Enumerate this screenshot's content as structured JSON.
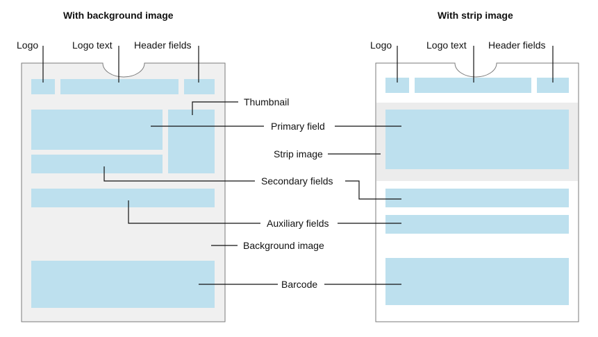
{
  "left_panel": {
    "title": "With background image",
    "top_labels": {
      "logo": "Logo",
      "logo_text": "Logo text",
      "header_fields": "Header fields"
    },
    "background_color": "#f0f0f0"
  },
  "right_panel": {
    "title": "With strip image",
    "top_labels": {
      "logo": "Logo",
      "logo_text": "Logo text",
      "header_fields": "Header fields"
    },
    "background_color": "#ffffff",
    "strip_color": "#ececec"
  },
  "center_labels": {
    "thumbnail": "Thumbnail",
    "primary_field": "Primary field",
    "strip_image": "Strip image",
    "secondary_fields": "Secondary fields",
    "auxiliary_fields": "Auxiliary fields",
    "background_image": "Background image",
    "barcode": "Barcode"
  },
  "colors": {
    "field": "#bde0ee",
    "outline": "#7a7a7a",
    "line": "#111111"
  }
}
